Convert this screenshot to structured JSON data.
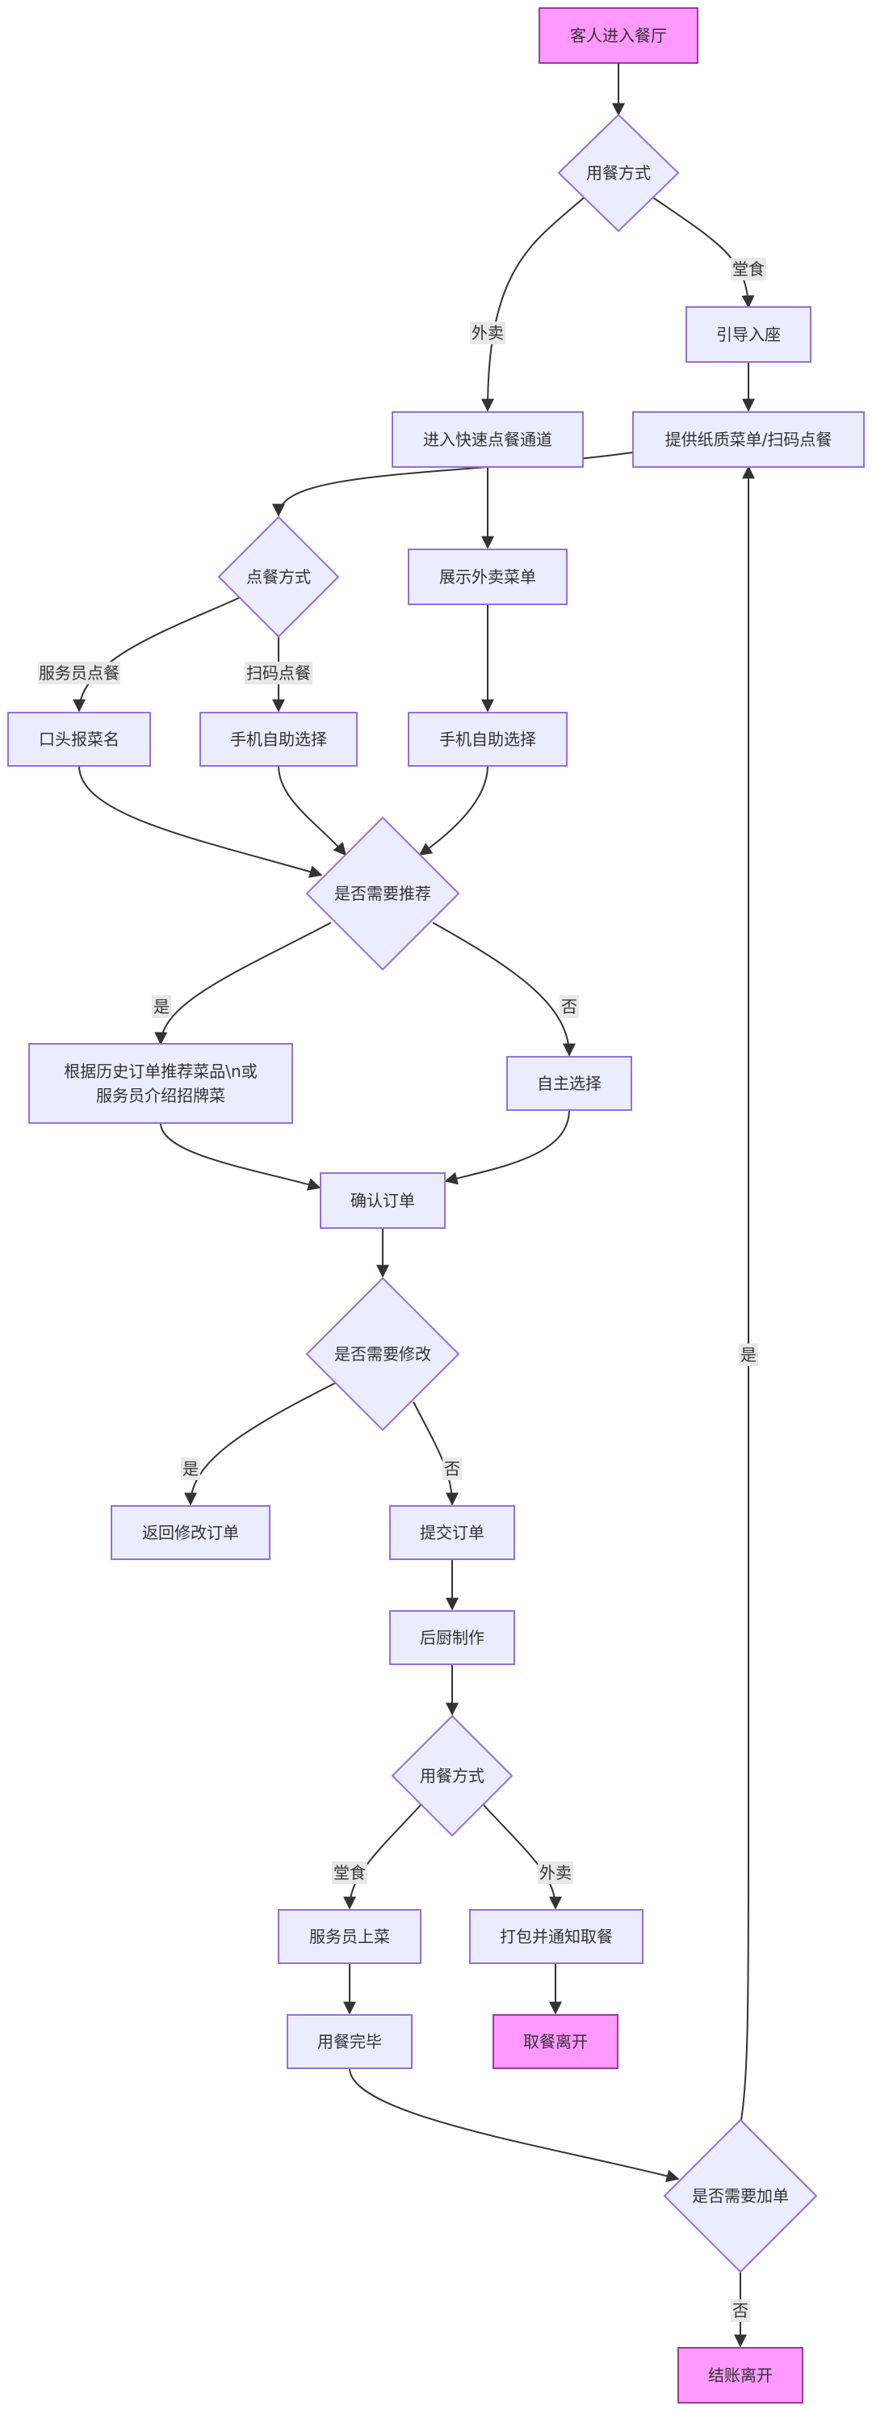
{
  "nodes": {
    "enter": "客人进入餐厅",
    "dine_mode_1": "用餐方式",
    "guide_seat": "引导入座",
    "fast_channel": "进入快速点餐通道",
    "paper_menu": "提供纸质菜单/扫码点餐",
    "order_mode": "点餐方式",
    "show_takeout_menu": "展示外卖菜单",
    "verbal_order": "口头报菜名",
    "phone_self_1": "手机自助选择",
    "phone_self_2": "手机自助选择",
    "need_recommend": "是否需要推荐",
    "recommend_line1": "根据历史订单推荐菜品\\n或",
    "recommend_line2": "服务员介绍招牌菜",
    "self_select": "自主选择",
    "confirm_order": "确认订单",
    "need_modify": "是否需要修改",
    "return_modify": "返回修改订单",
    "submit_order": "提交订单",
    "kitchen": "后厨制作",
    "dine_mode_2": "用餐方式",
    "serve": "服务员上菜",
    "pack_notify": "打包并通知取餐",
    "meal_done": "用餐完毕",
    "pickup_leave": "取餐离开",
    "need_add": "是否需要加单",
    "checkout_leave": "结账离开"
  },
  "edge_labels": {
    "dine_in_1": "堂食",
    "takeout_1": "外卖",
    "waiter_order": "服务员点餐",
    "scan_order": "扫码点餐",
    "yes_recommend": "是",
    "no_recommend": "否",
    "yes_modify": "是",
    "no_modify": "否",
    "dine_in_2": "堂食",
    "takeout_2": "外卖",
    "yes_add": "是",
    "no_add": "否"
  },
  "colors": {
    "node_fill": "#ECECFF",
    "node_stroke": "#9370DB",
    "terminal_fill": "#FF99FF",
    "terminal_stroke": "#9A3D9A",
    "edge": "#333333",
    "edge_label_bg": "#e8e8e8"
  }
}
